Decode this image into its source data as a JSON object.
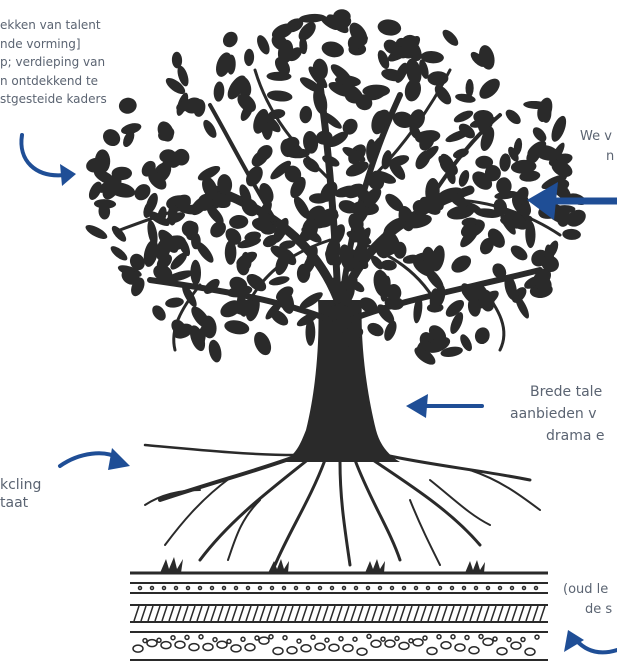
{
  "colors": {
    "tree": "#2a2a2a",
    "arrow": "#1f4e96",
    "text": "#5b6472"
  },
  "annotations": {
    "top_left": {
      "lines": [
        "ekken van talent",
        "nde vorming]",
        "p; verdieping van",
        "n ontdekkend te",
        "stgesteide kaders"
      ]
    },
    "top_right": {
      "lines": [
        "We v",
        "n"
      ]
    },
    "middle_right": {
      "lines": [
        "Brede tale",
        "aanbieden v",
        "drama e"
      ]
    },
    "left_bottom": {
      "lines": [
        "kcling",
        "taat"
      ]
    },
    "bottom_right": {
      "lines": [
        "(oud le",
        "de s"
      ]
    }
  },
  "icons": [
    "tree-icon",
    "soil-layers-icon",
    "curved-arrow-icon",
    "straight-arrow-icon"
  ]
}
